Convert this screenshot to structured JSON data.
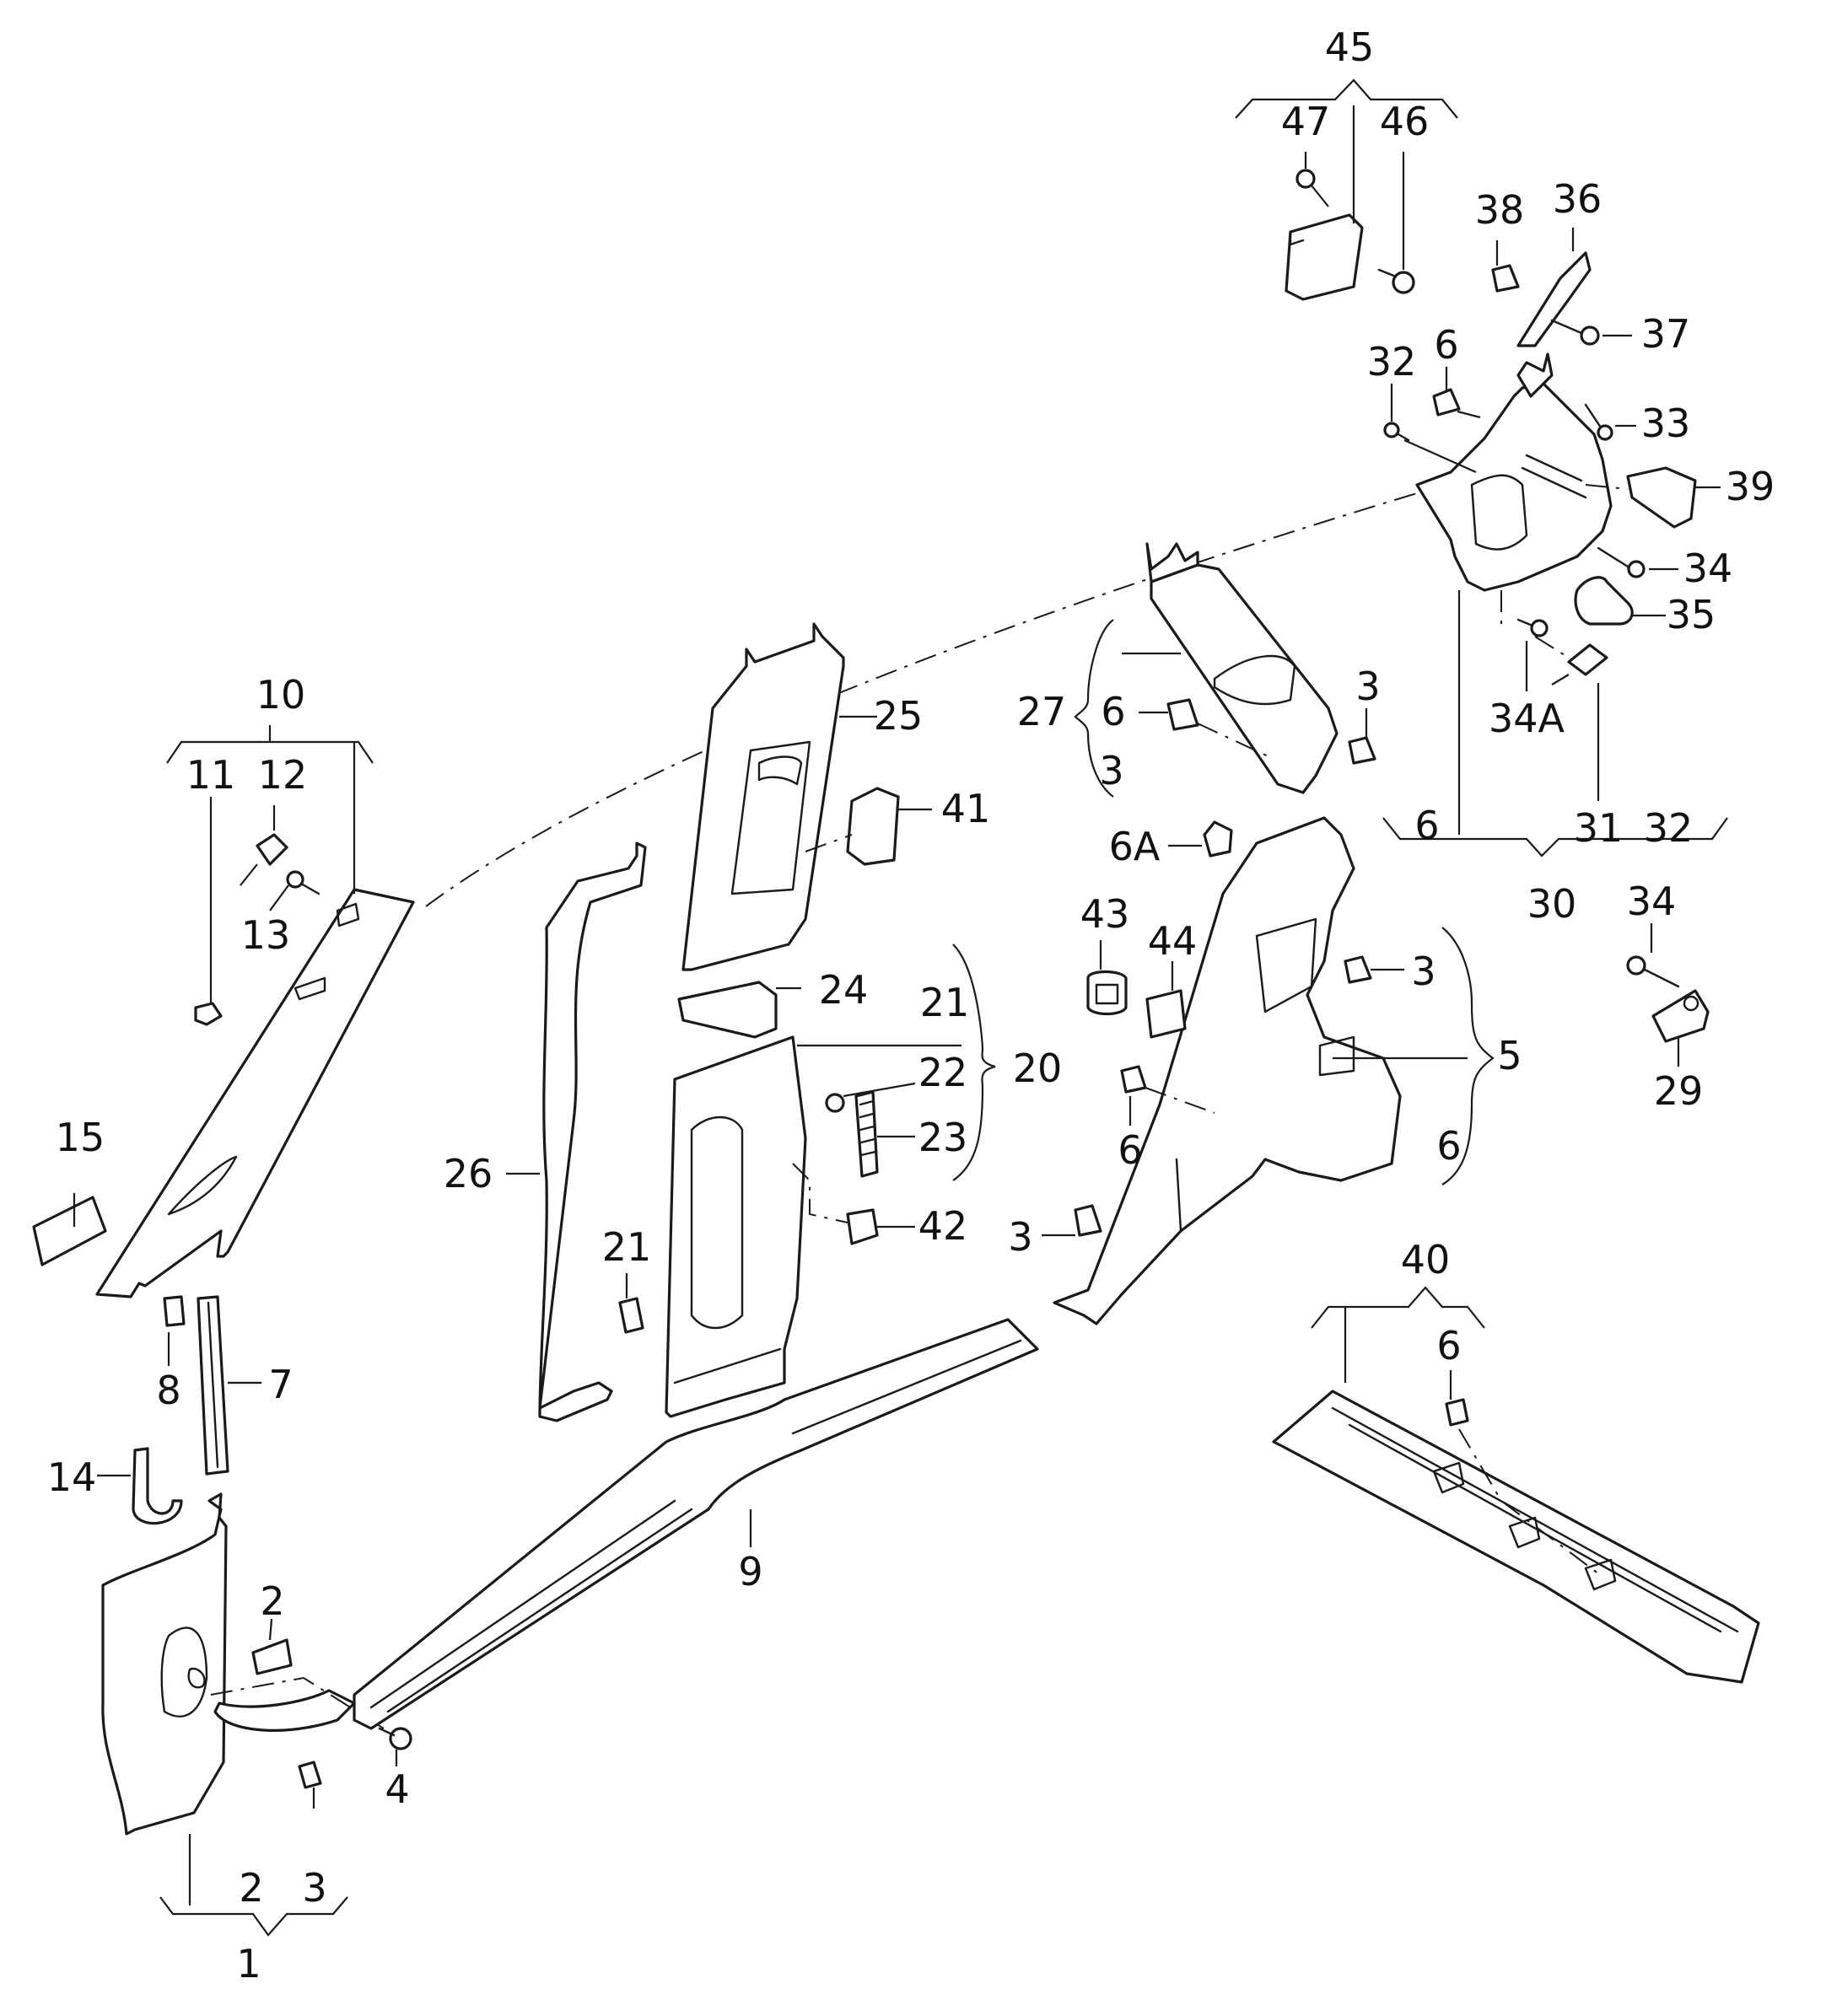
{
  "diagram": {
    "type": "exploded-parts-diagram",
    "subject": "interior trim panels",
    "line_color": "#1a1a1a",
    "background": "#ffffff",
    "callouts": [
      {
        "id": "c1",
        "text": "1"
      },
      {
        "id": "c2a",
        "text": "2"
      },
      {
        "id": "c2b",
        "text": "2"
      },
      {
        "id": "c3a",
        "text": "3"
      },
      {
        "id": "c3b",
        "text": "3"
      },
      {
        "id": "c3c",
        "text": "3"
      },
      {
        "id": "c3d",
        "text": "3"
      },
      {
        "id": "c3e",
        "text": "3"
      },
      {
        "id": "c4",
        "text": "4"
      },
      {
        "id": "c5",
        "text": "5"
      },
      {
        "id": "c6a",
        "text": "6"
      },
      {
        "id": "c6b",
        "text": "6"
      },
      {
        "id": "c6c",
        "text": "6"
      },
      {
        "id": "c6d",
        "text": "6"
      },
      {
        "id": "c6e",
        "text": "6"
      },
      {
        "id": "c6f",
        "text": "6"
      },
      {
        "id": "c6A",
        "text": "6A"
      },
      {
        "id": "c7",
        "text": "7"
      },
      {
        "id": "c8",
        "text": "8"
      },
      {
        "id": "c9",
        "text": "9"
      },
      {
        "id": "c10",
        "text": "10"
      },
      {
        "id": "c11",
        "text": "11"
      },
      {
        "id": "c12",
        "text": "12"
      },
      {
        "id": "c13",
        "text": "13"
      },
      {
        "id": "c14",
        "text": "14"
      },
      {
        "id": "c15",
        "text": "15"
      },
      {
        "id": "c20",
        "text": "20"
      },
      {
        "id": "c21a",
        "text": "21"
      },
      {
        "id": "c21b",
        "text": "21"
      },
      {
        "id": "c22",
        "text": "22"
      },
      {
        "id": "c23",
        "text": "23"
      },
      {
        "id": "c24",
        "text": "24"
      },
      {
        "id": "c25",
        "text": "25"
      },
      {
        "id": "c26",
        "text": "26"
      },
      {
        "id": "c27",
        "text": "27"
      },
      {
        "id": "c29",
        "text": "29"
      },
      {
        "id": "c30",
        "text": "30"
      },
      {
        "id": "c31",
        "text": "31"
      },
      {
        "id": "c32a",
        "text": "32"
      },
      {
        "id": "c32b",
        "text": "32"
      },
      {
        "id": "c33",
        "text": "33"
      },
      {
        "id": "c34a",
        "text": "34"
      },
      {
        "id": "c34b",
        "text": "34"
      },
      {
        "id": "c34A",
        "text": "34A"
      },
      {
        "id": "c35",
        "text": "35"
      },
      {
        "id": "c36",
        "text": "36"
      },
      {
        "id": "c37",
        "text": "37"
      },
      {
        "id": "c38",
        "text": "38"
      },
      {
        "id": "c39",
        "text": "39"
      },
      {
        "id": "c40",
        "text": "40"
      },
      {
        "id": "c41",
        "text": "41"
      },
      {
        "id": "c42",
        "text": "42"
      },
      {
        "id": "c43",
        "text": "43"
      },
      {
        "id": "c44",
        "text": "44"
      },
      {
        "id": "c45",
        "text": "45"
      },
      {
        "id": "c46",
        "text": "46"
      },
      {
        "id": "c47",
        "text": "47"
      }
    ]
  }
}
